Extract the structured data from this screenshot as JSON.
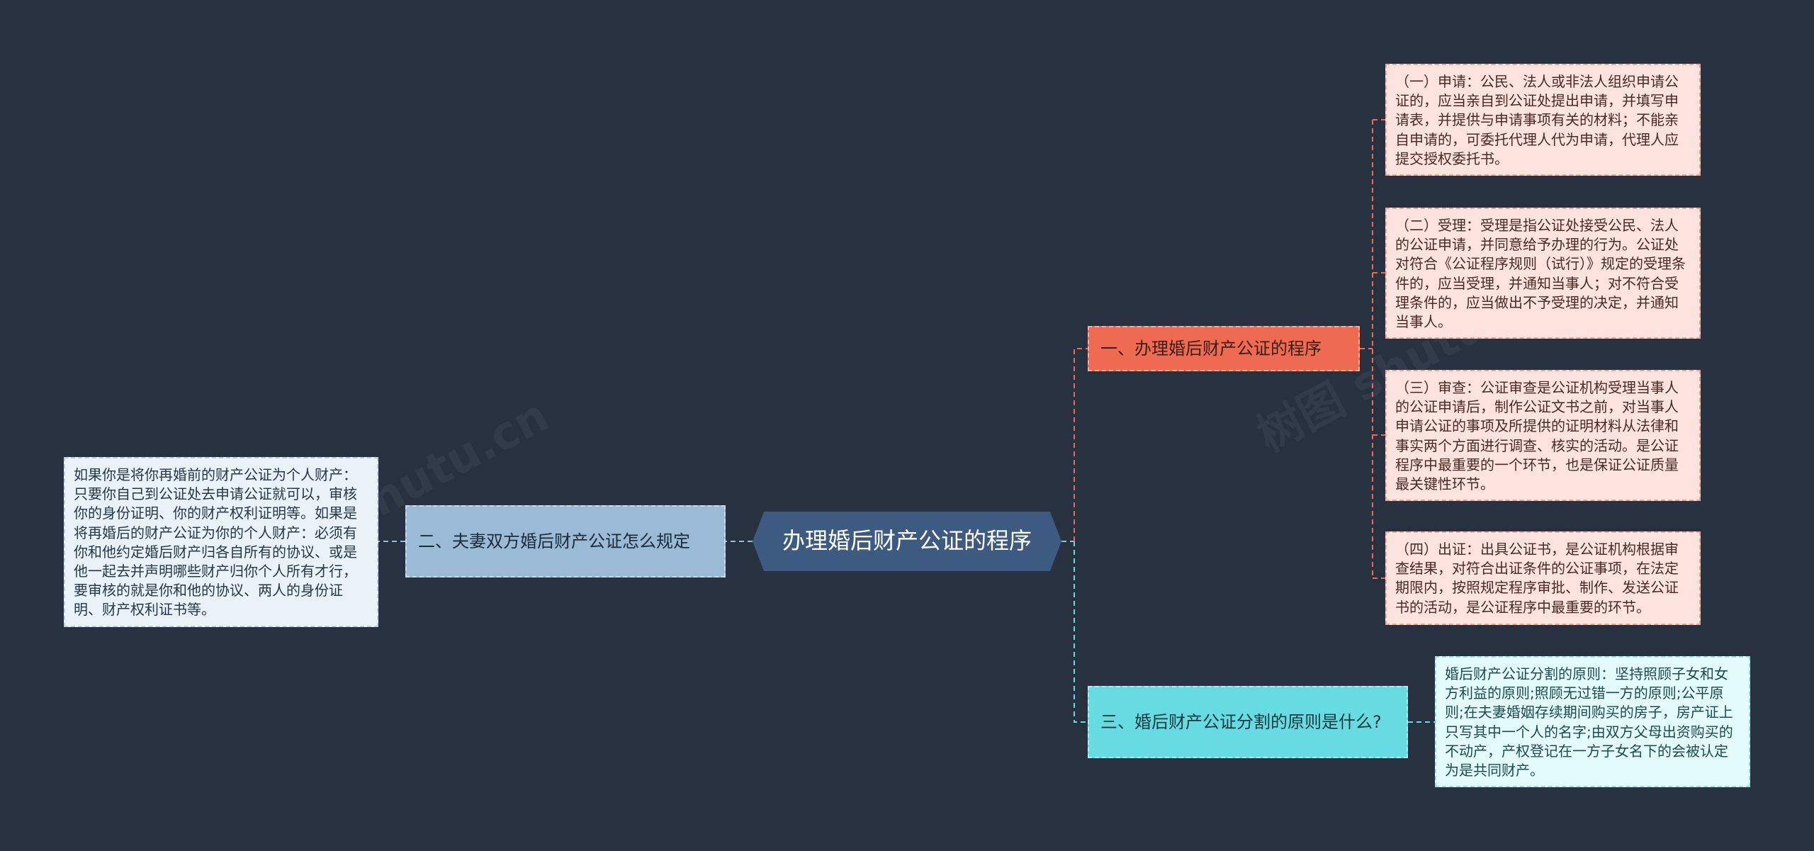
{
  "mindmap": {
    "root": {
      "label": "办理婚后财产公证的程序"
    },
    "branches": [
      {
        "id": "b1",
        "label": "一、办理婚后财产公证的程序",
        "color": "#ee6a50",
        "children": [
          {
            "text": "（一）申请：公民、法人或非法人组织申请公证的，应当亲自到公证处提出申请，并填写申请表，并提供与申请事项有关的材料；不能亲自申请的，可委托代理人代为申请，代理人应提交授权委托书。"
          },
          {
            "text": "（二）受理：受理是指公证处接受公民、法人的公证申请，并同意给予办理的行为。公证处对符合《公证程序规则（试行）》规定的受理条件的，应当受理，并通知当事人；对不符合受理条件的，应当做出不予受理的决定，并通知当事人。"
          },
          {
            "text": "（三）审查：公证审查是公证机构受理当事人的公证申请后，制作公证文书之前，对当事人申请公证的事项及所提供的证明材料从法律和事实两个方面进行调查、核实的活动。是公证程序中最重要的一个环节，也是保证公证质量最关键性环节。"
          },
          {
            "text": "（四）出证：出具公证书，是公证机构根据审查结果，对符合出证条件的公证事项，在法定期限内，按照规定程序审批、制作、发送公证书的活动，是公证程序中最重要的环节。"
          }
        ]
      },
      {
        "id": "b2",
        "label": "二、夫妻双方婚后财产公证怎么规定",
        "color": "#9bbad6",
        "children": [
          {
            "text": "如果你是将你再婚前的财产公证为个人财产：只要你自己到公证处去申请公证就可以，审核你的身份证明、你的财产权利证明等。如果是将再婚后的财产公证为你的个人财产：必须有你和他约定婚后财产归各自所有的协议、或是他一起去并声明哪些财产归你个人所有才行，要审核的就是你和他的协议、两人的身份证明、财产权利证书等。"
          }
        ]
      },
      {
        "id": "b3",
        "label": "三、婚后财产公证分割的原则是什么?",
        "color": "#66dbe1",
        "children": [
          {
            "text": "婚后财产公证分割的原则：坚持照顾子女和女方利益的原则;照顾无过错一方的原则;公平原则;在夫妻婚姻存续期间购买的房子，房产证上只写其中一个人的名字;由双方父母出资购买的不动产，产权登记在一方子女名下的会被认定为是共同财产。"
          }
        ]
      }
    ]
  }
}
